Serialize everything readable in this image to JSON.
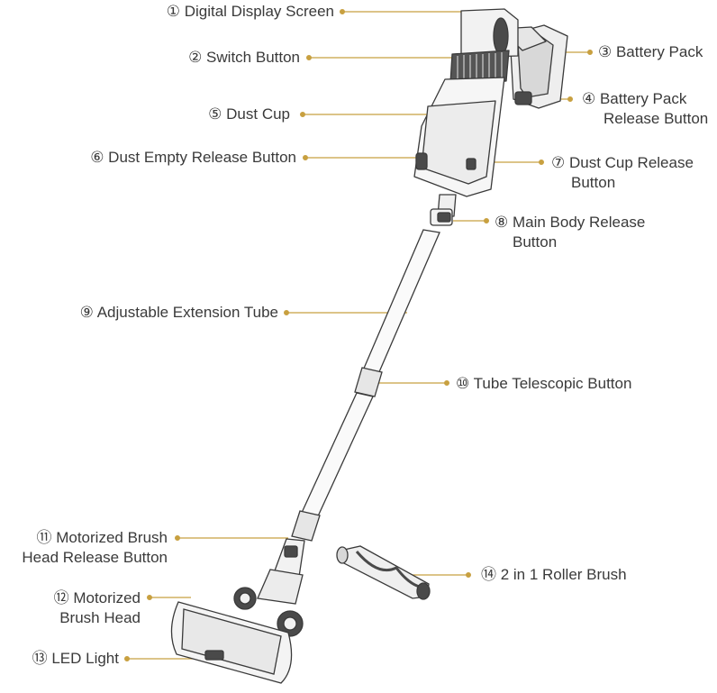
{
  "colors": {
    "leader": "#c8a040",
    "outline": "#3a3a3a",
    "body_fill": "#f4f4f4",
    "dark_fill": "#4a4a4a",
    "text": "#3a3a3a"
  },
  "labels": {
    "digital_display": "① Digital Display Screen",
    "switch_button": "② Switch Button",
    "battery_pack": "③ Battery Pack",
    "battery_release_1": "④ Battery Pack",
    "battery_release_2": "Release Button",
    "dust_cup": "⑤ Dust Cup",
    "dust_empty": "⑥ Dust Empty Release Button",
    "dust_cup_release_1": "⑦ Dust Cup Release",
    "dust_cup_release_2": "Button",
    "main_body_release_1": "⑧ Main Body Release",
    "main_body_release_2": "Button",
    "extension_tube": "⑨ Adjustable Extension Tube",
    "telescopic_button": "⑩ Tube Telescopic Button",
    "brush_head_release_1": "⑪ Motorized Brush",
    "brush_head_release_2": "Head Release Button",
    "brush_head_1": "⑫ Motorized",
    "brush_head_2": "Brush Head",
    "led_light": "⑬ LED Light",
    "roller_brush": "⑭ 2 in 1 Roller Brush"
  }
}
